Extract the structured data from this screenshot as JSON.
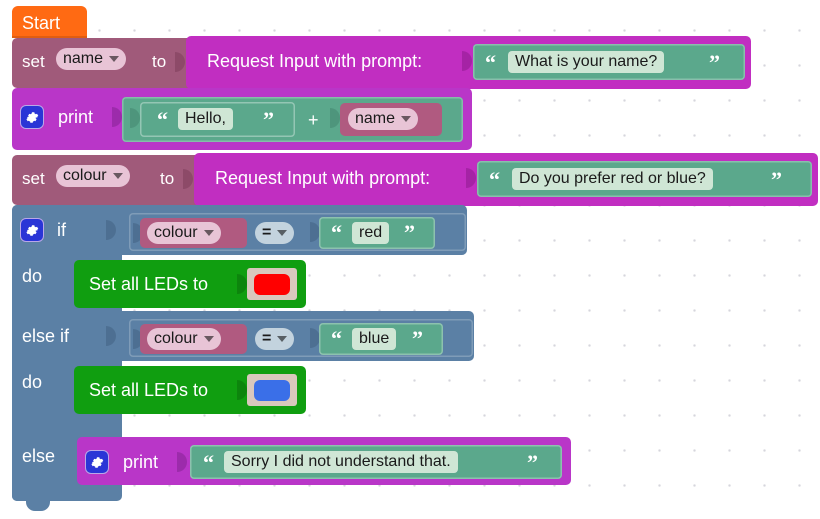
{
  "app": {
    "type": "blockly-visual-programming-workspace",
    "background": "#ffffff",
    "grid_dot_color": "#d6d6dd"
  },
  "colors": {
    "start": "#ff6a13",
    "start_dark": "#d35400",
    "variable_set": "#a05a7a",
    "variable_get": "#b05a80",
    "print": "#b936c8",
    "text_string": "#5ba88c",
    "text_field": "#cfe6d5",
    "logic_if": "#5b80a5",
    "operator_field": "#c3d3de",
    "led_green": "#109e10",
    "swatch_red": "#ff0000",
    "swatch_blue": "#3a6fe8",
    "gear_badge": "#2a35d6"
  },
  "program": {
    "start_label": "Start",
    "blocks": [
      {
        "kind": "variable-set",
        "set_label": "set",
        "variable": "name",
        "to_label": "to",
        "value": {
          "kind": "request-input",
          "label": "Request Input with prompt:",
          "prompt_text": "What is your name?"
        }
      },
      {
        "kind": "print",
        "label": "print",
        "value": {
          "kind": "concat",
          "operator": "+",
          "left_text": "Hello,",
          "right_variable": "name"
        }
      },
      {
        "kind": "variable-set",
        "set_label": "set",
        "variable": "colour",
        "to_label": "to",
        "value": {
          "kind": "request-input",
          "label": "Request Input with prompt:",
          "prompt_text": "Do you prefer red or blue?"
        }
      },
      {
        "kind": "if-elseif-else",
        "if_label": "if",
        "do_label_1": "do",
        "elseif_label": "else if",
        "do_label_2": "do",
        "else_label": "else",
        "condition_1": {
          "left_variable": "colour",
          "operator": "=",
          "right_text": "red"
        },
        "body_1": {
          "kind": "set-leds",
          "label": "Set all LEDs to",
          "colour": "#ff0000"
        },
        "condition_2": {
          "left_variable": "colour",
          "operator": "=",
          "right_text": "blue"
        },
        "body_2": {
          "kind": "set-leds",
          "label": "Set all LEDs to",
          "colour": "#3a6fe8"
        },
        "body_else": {
          "kind": "print",
          "label": "print",
          "text": "Sorry I did not understand that."
        }
      }
    ]
  },
  "glyphs": {
    "quote_open": "“",
    "quote_close": "”",
    "gear": "gear-icon"
  }
}
